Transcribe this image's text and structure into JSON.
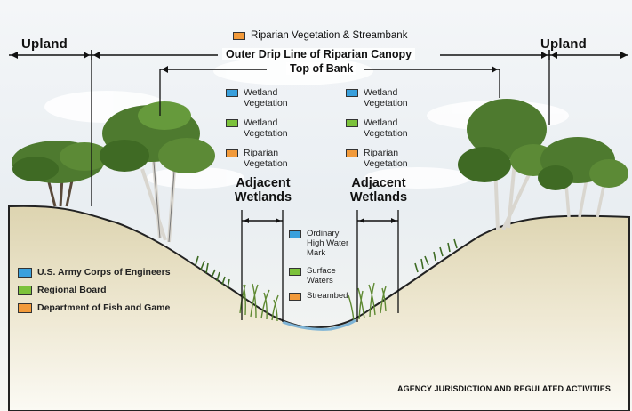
{
  "labels": {
    "upland_left": "Upland",
    "upland_right": "Upland",
    "riparian_top": "Riparian Vegetation & Streambank",
    "outer_drip": "Outer Drip Line of Riparian Canopy",
    "top_of_bank": "Top of Bank",
    "adjacent_left": "Adjacent Wetlands",
    "adjacent_right": "Adjacent Wetlands",
    "caption": "AGENCY JURISDICTION AND REGULATED ACTIVITIES"
  },
  "bank_items_left": [
    {
      "text": "Wetland Vegetation",
      "color": "#3aa0dc"
    },
    {
      "text": "Wetland Vegetation",
      "color": "#7cc23b"
    },
    {
      "text": "Riparian Vegetation",
      "color": "#f29a3a"
    }
  ],
  "bank_items_right": [
    {
      "text": "Wetland Vegetation",
      "color": "#3aa0dc"
    },
    {
      "text": "Wetland Vegetation",
      "color": "#7cc23b"
    },
    {
      "text": "Riparian Vegetation",
      "color": "#f29a3a"
    }
  ],
  "channel_items": [
    {
      "text": "Ordinary High Water Mark",
      "color": "#3aa0dc"
    },
    {
      "text": "Surface Waters",
      "color": "#7cc23b"
    },
    {
      "text": "Streambed",
      "color": "#f29a3a"
    }
  ],
  "legend": [
    {
      "text": "U.S. Army Corps of Engineers",
      "color": "#3aa0dc"
    },
    {
      "text": "Regional Board",
      "color": "#7cc23b"
    },
    {
      "text": "Department of Fish and Game",
      "color": "#f29a3a"
    }
  ],
  "colors": {
    "agency_blue": "#3aa0dc",
    "agency_green": "#7cc23b",
    "agency_orange": "#f29a3a",
    "ground": "#e8e1c6",
    "tree_foliage": "#4e7a2f"
  }
}
